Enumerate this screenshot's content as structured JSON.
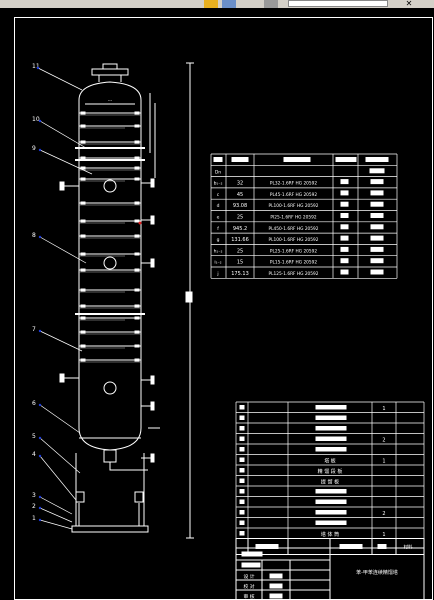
{
  "window": {
    "toolbar_icons": [
      "folder-icon",
      "cube-icon",
      "layer-icon"
    ],
    "close_glyph": "✕"
  },
  "callouts": [
    "11",
    "10",
    "9",
    "8",
    "7",
    "6",
    "5",
    "4",
    "3",
    "2",
    "1"
  ],
  "nozzle_table": {
    "header_first": "Dn",
    "rows": [
      {
        "id": "b₁₋₂",
        "dn": "32",
        "std": "PL32-1.6RF HG 20592"
      },
      {
        "id": "c",
        "dn": "45",
        "std": "PL45-1.6RF HG 20592"
      },
      {
        "id": "d",
        "dn": "93.08",
        "std": "PL100-1.6RF HG 20592"
      },
      {
        "id": "e",
        "dn": "25",
        "std": "PI25-1.6RF HG 20592"
      },
      {
        "id": "f",
        "dn": "945.2",
        "std": "PL450-1.6RF HG 20592"
      },
      {
        "id": "g",
        "dn": "131.66",
        "std": "PL100-1.6RF HG 20592"
      },
      {
        "id": "h₁₋₂",
        "dn": "25",
        "std": "PL25-1.6RF HG 20592"
      },
      {
        "id": "i₁₋₂",
        "dn": "15",
        "std": "PL15-1.6RF HG 20592"
      },
      {
        "id": "j",
        "dn": "175.13",
        "std": "PL125-1.6RF HG 20592"
      }
    ]
  },
  "parts_table": {
    "qty_values": [
      "1",
      "",
      "",
      "2",
      "",
      "1",
      "",
      "",
      "",
      "",
      "2",
      "",
      "1"
    ],
    "rows_text": [
      "",
      "",
      "",
      "",
      "",
      "塔 板",
      "精 馏 段 板",
      "提 馏 板",
      "",
      "",
      "",
      "",
      "塔 体 筒"
    ],
    "footer_note": "材料"
  },
  "title_block": {
    "labels": [
      "设 计",
      "校 对",
      "审 核"
    ],
    "drawing_title": "苯-甲苯连续精馏塔"
  }
}
